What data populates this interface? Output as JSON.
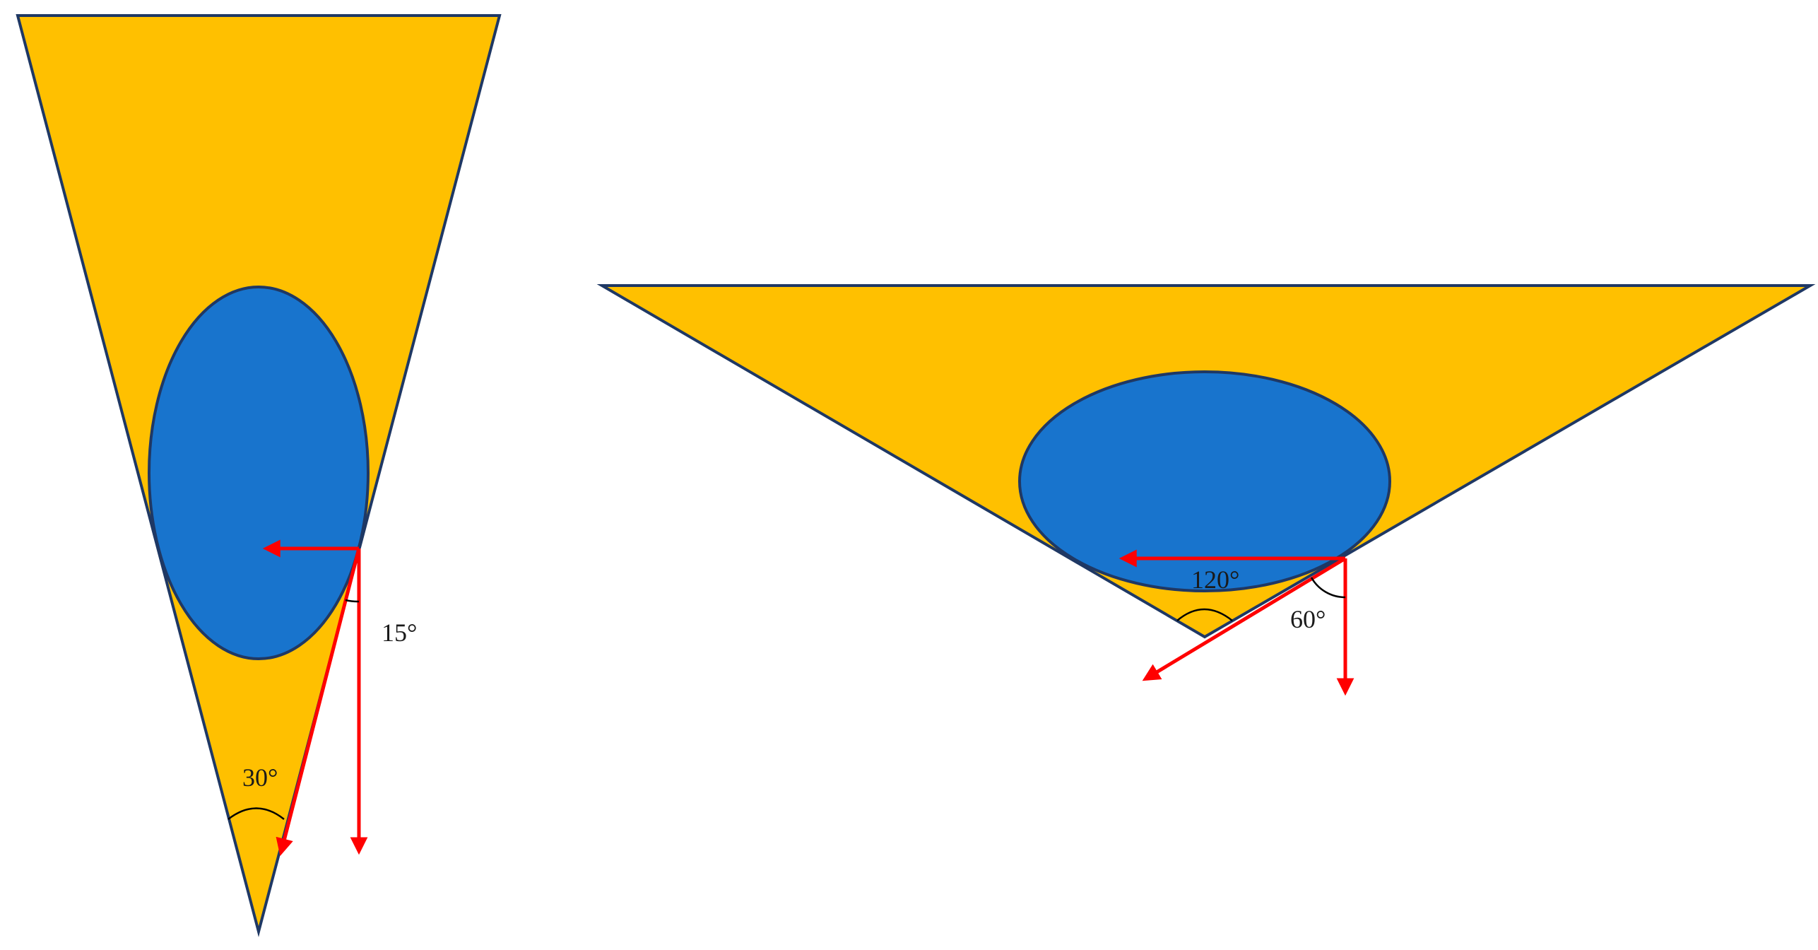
{
  "colors": {
    "funnel_fill": "#FFC000",
    "funnel_stroke": "#1F3864",
    "ellipse_fill": "#1874CD",
    "ellipse_stroke": "#1F3864",
    "vector_color": "#FF0000",
    "arc_color": "#000000",
    "label_color": "#1a1a1a"
  },
  "left_diagram": {
    "apex_angle_label": "30°",
    "contact_angle_label": "15°"
  },
  "right_diagram": {
    "apex_angle_label": "120°",
    "contact_angle_label": "60°"
  }
}
